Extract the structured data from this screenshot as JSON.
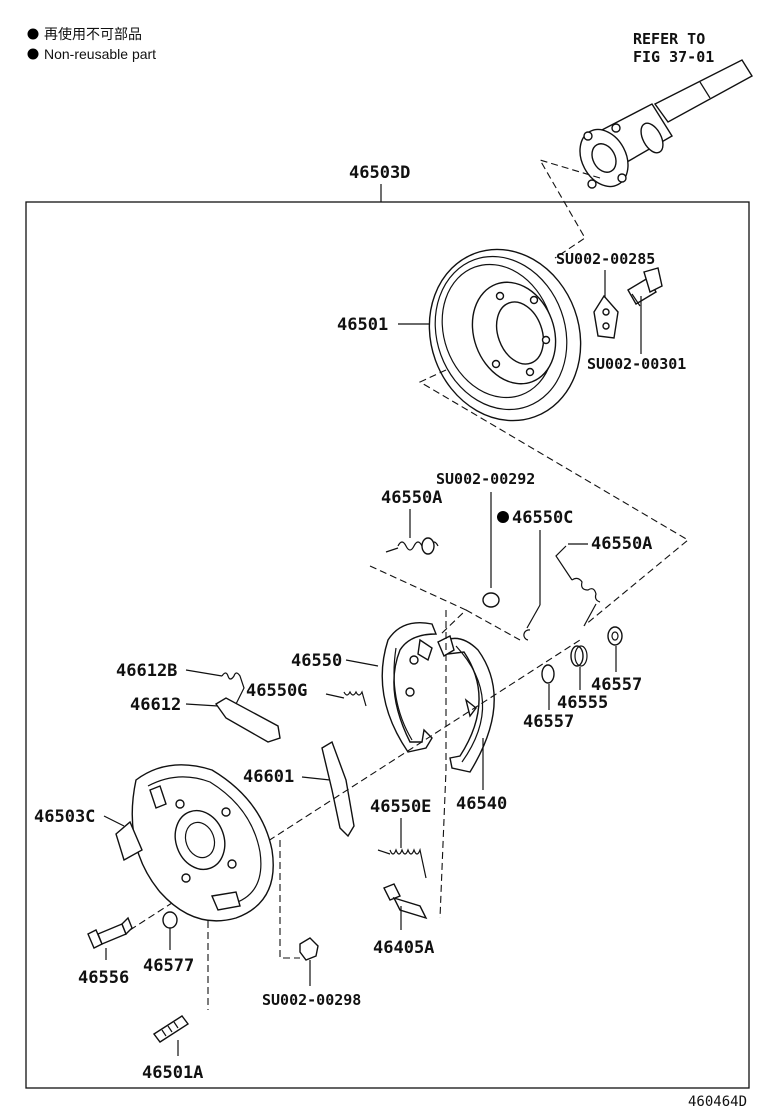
{
  "legend": {
    "dot_color": "#000000",
    "line_japanese": "再使用不可部品",
    "line_english": "Non-reusable part"
  },
  "refer": {
    "line1": "REFER TO",
    "line2": "FIG 37-01"
  },
  "assembly_label": "46503D",
  "parts": {
    "p46501": "46501",
    "su00285": "SU002-00285",
    "su00301": "SU002-00301",
    "su00292": "SU002-00292",
    "p46550a_left": "46550A",
    "p46550c": "46550C",
    "p46550a_right": "46550A",
    "p46550": "46550",
    "p46612b": "46612B",
    "p46550g": "46550G",
    "p46612": "46612",
    "p46555": "46555",
    "p46557_right": "46557",
    "p46557_left": "46557",
    "p46601": "46601",
    "p46503c": "46503C",
    "p46550e": "46550E",
    "p46540": "46540",
    "p46556": "46556",
    "p46577": "46577",
    "p46405a": "46405A",
    "su00298": "SU002-00298",
    "p46501a": "46501A"
  },
  "figure_code": "460464D"
}
